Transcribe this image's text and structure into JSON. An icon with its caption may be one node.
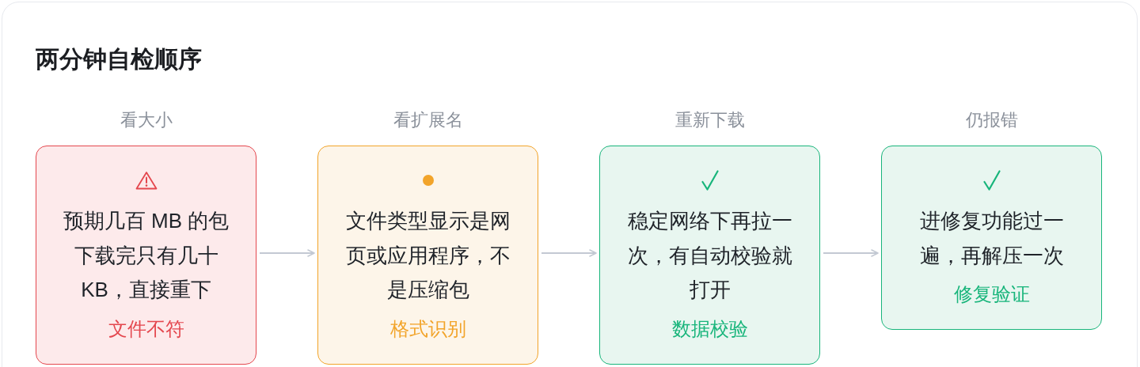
{
  "diagram": {
    "title": "两分钟自检顺序",
    "nodes": [
      {
        "text": [
          "看大小",
          "预期几百 MB 的包下载完只有几十 KB，直接重下",
          "文件不符"
        ]
      },
      {
        "text": [
          "看扩展名",
          "文件类型显示是网页或应用程序，不是压缩包",
          "格式识别"
        ]
      },
      {
        "text": [
          "重新下载",
          "稳定网络下再拉一次，有自动校验就打开",
          "数据校验"
        ]
      },
      {
        "text": [
          "仍报错",
          "进修复功能过一遍，再解压一次",
          "修复验证"
        ]
      }
    ],
    "edges": [
      {
        "from": 0,
        "to": 1,
        "arrow": "to"
      },
      {
        "from": 1,
        "to": 2,
        "arrow": "to"
      },
      {
        "from": 2,
        "to": 3,
        "arrow": "to"
      }
    ]
  }
}
